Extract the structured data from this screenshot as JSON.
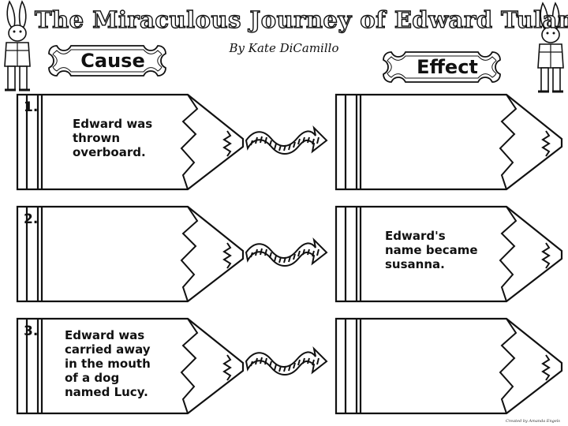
{
  "header": {
    "title": "The Miraculous Journey of Edward Tulane",
    "author": "By Kate DiCamillo"
  },
  "columns": {
    "cause": "Cause",
    "effect": "Effect"
  },
  "rows": [
    {
      "number": "1.",
      "cause": "Edward was\nthrown\noverboard.",
      "effect": ""
    },
    {
      "number": "2.",
      "cause": "",
      "effect": "Edward's\nname became\nsusanna."
    },
    {
      "number": "3.",
      "cause": "Edward was\ncarried away\nin the mouth\nof a dog\nnamed Lucy.",
      "effect": ""
    }
  ],
  "footer": {
    "credit": "Created by Amanda Engels"
  }
}
